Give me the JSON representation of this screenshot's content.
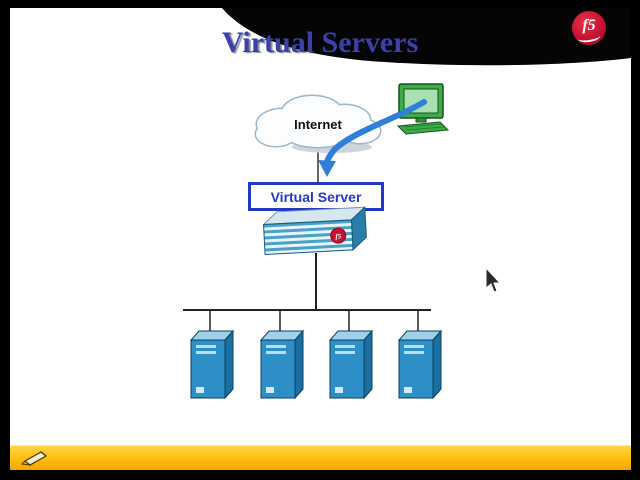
{
  "presentation": {
    "title": "Virtual Servers",
    "logo_text": "f5"
  },
  "diagram": {
    "internet_label": "Internet",
    "virtual_server_label": "Virtual Server",
    "server_count": 4
  },
  "icons": {
    "client_icon": "desktop-computer",
    "traffic_arrow_icon": "curved-arrow-down",
    "device_icon": "bigip-load-balancer",
    "server_icon": "server-tower",
    "cursor_icon": "mouse-pointer",
    "pen_icon": "pencil"
  },
  "colors": {
    "title_blue": "#3c41a6",
    "box_border_blue": "#2438c8",
    "arrow_blue": "#2f7fd8",
    "server_blue": "#2e8ec6",
    "device_stripe_blue": "#49a0c8",
    "logo_red": "#c41230",
    "annotation_bar_yellow": "#ffc214",
    "banner_black": "#050505"
  }
}
